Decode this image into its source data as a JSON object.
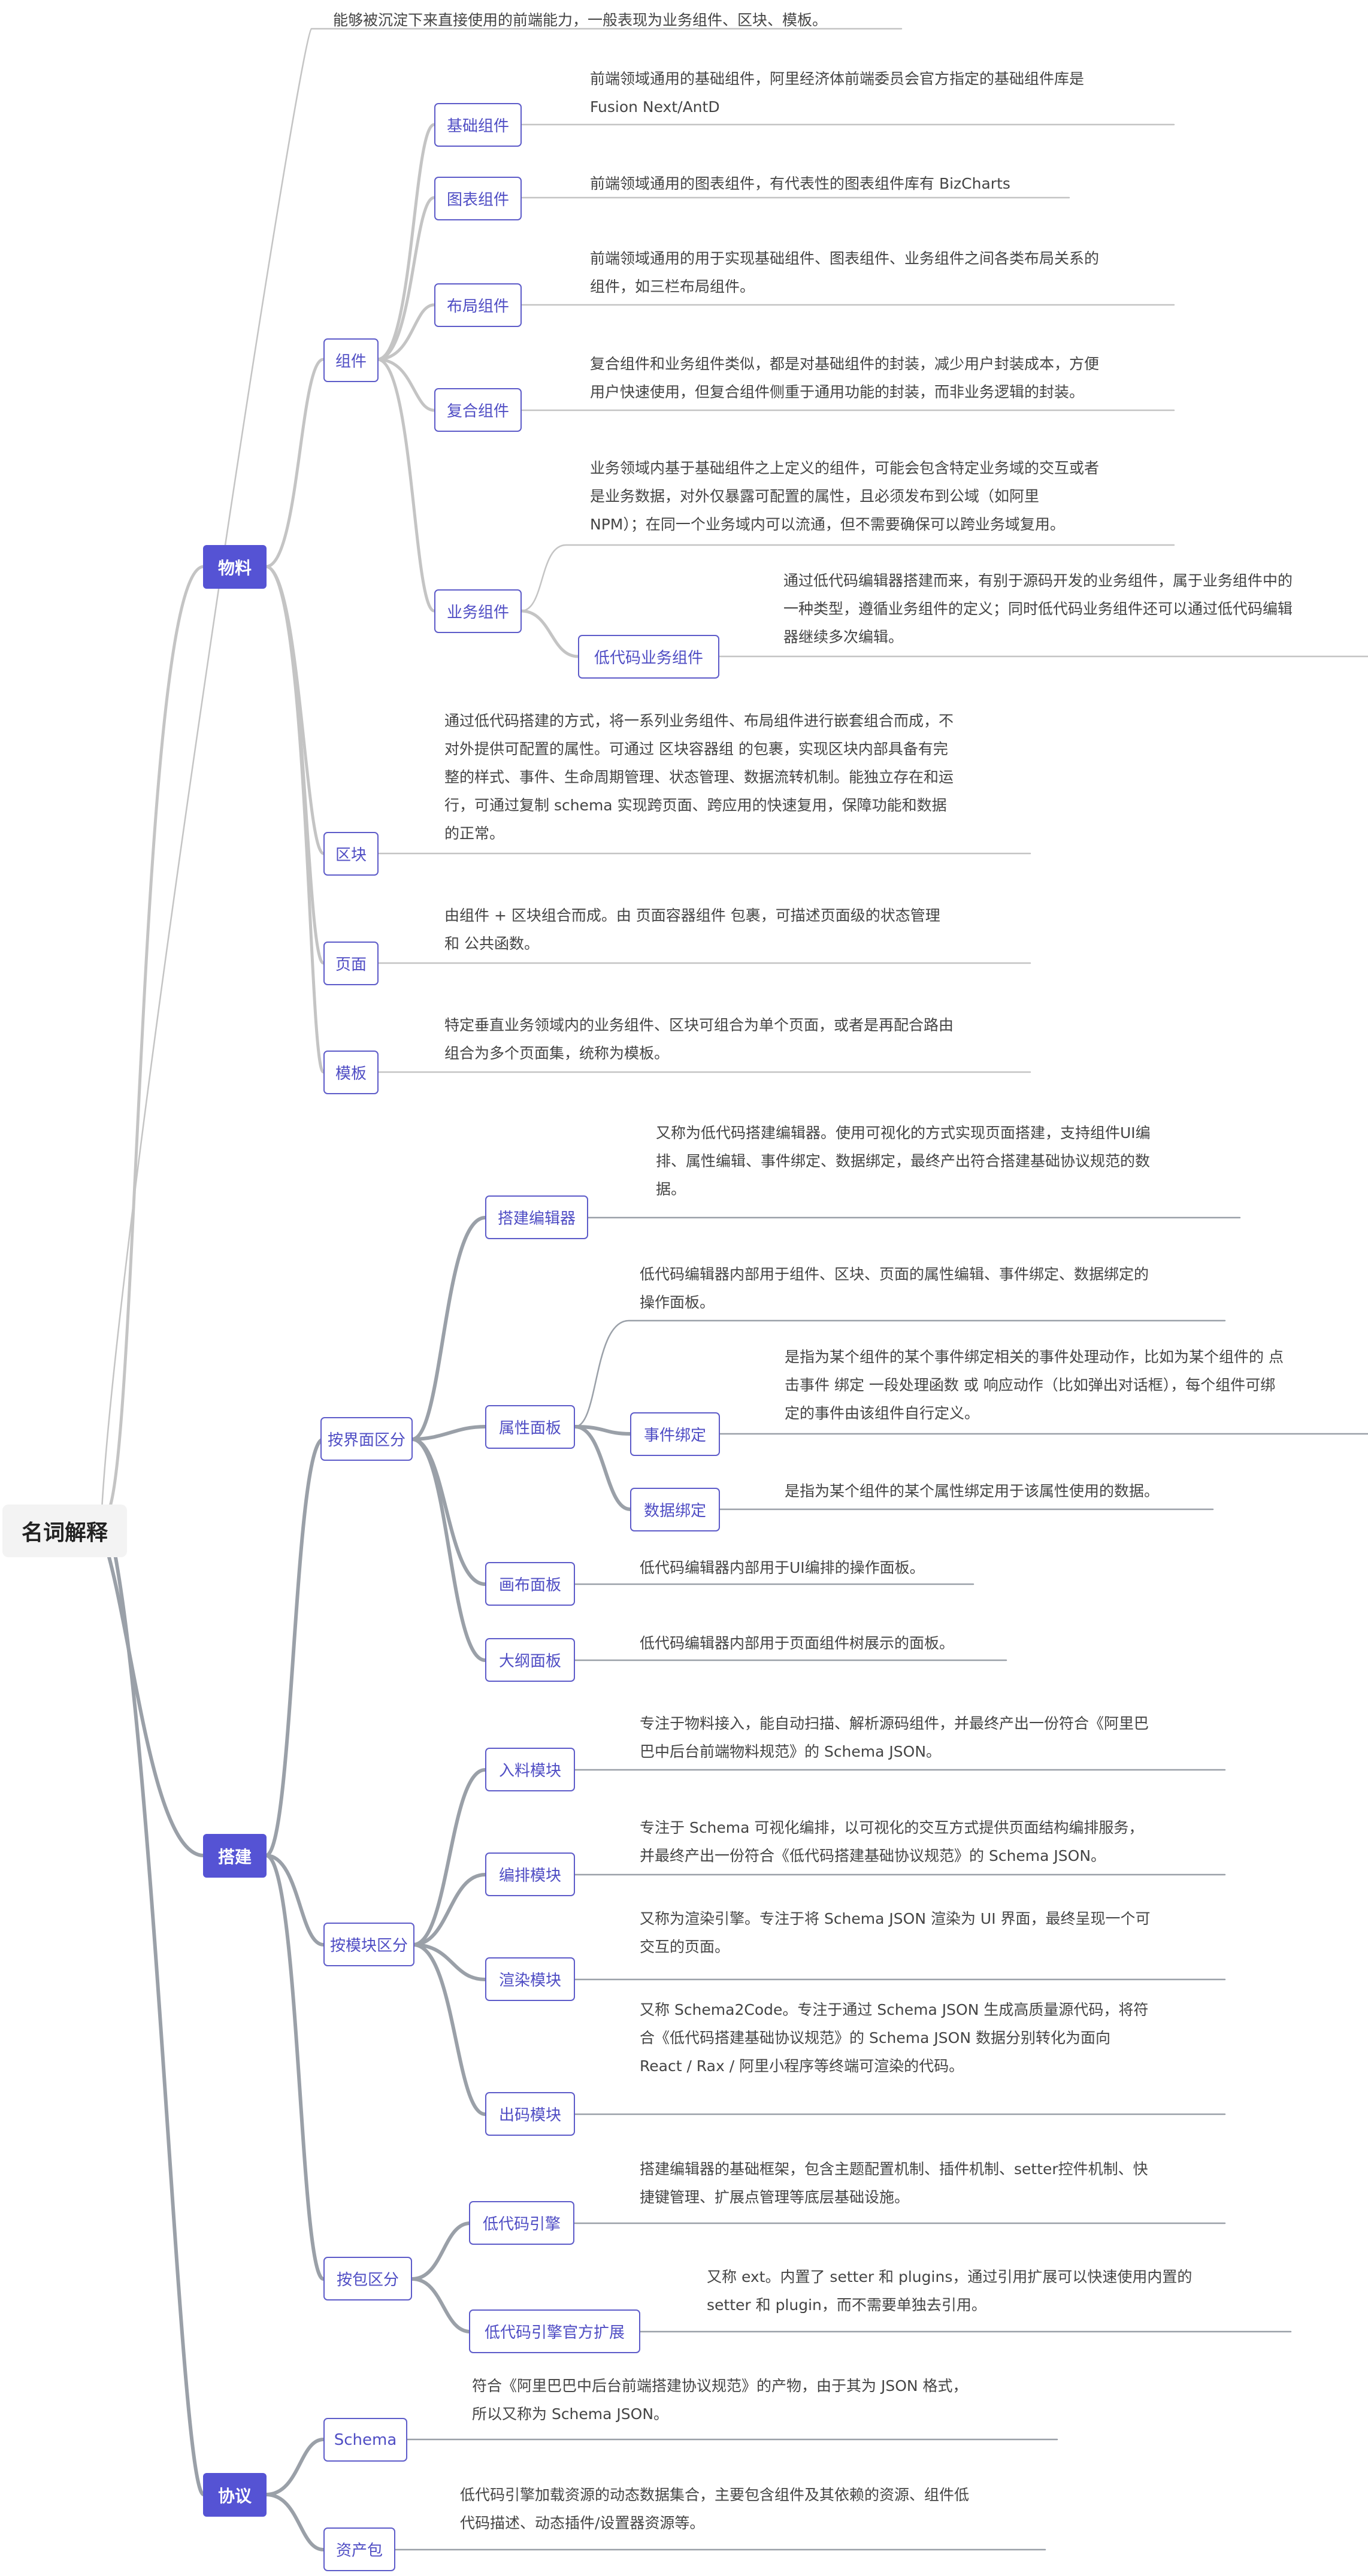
{
  "root": {
    "label": "名词解释"
  },
  "colors": {
    "accent": "#5553d4",
    "node_border": "#5d5bc9",
    "node_text": "#4f4dc4",
    "root_bg": "#f3f3f3",
    "link_light": "#c2c2c2",
    "link_dark": "#9aa0a8",
    "desc_text": "#444444"
  },
  "materials": {
    "label": "物料",
    "desc": "能够被沉淀下来直接使用的前端能力，一般表现为业务组件、区块、模板。",
    "component": {
      "label": "组件",
      "children": [
        {
          "label": "基础组件",
          "desc": "前端领域通用的基础组件，阿里经济体前端委员会官方指定的基础组件库是\nFusion Next/AntD"
        },
        {
          "label": "图表组件",
          "desc": "前端领域通用的图表组件，有代表性的图表组件库有 BizCharts"
        },
        {
          "label": "布局组件",
          "desc": "前端领域通用的用于实现基础组件、图表组件、业务组件之间各类布局关系的\n组件，如三栏布局组件。"
        },
        {
          "label": "复合组件",
          "desc": "复合组件和业务组件类似，都是对基础组件的封装，减少用户封装成本，方便\n用户快速使用，但复合组件侧重于通用功能的封装，而非业务逻辑的封装。"
        },
        {
          "label": "业务组件",
          "desc": "业务领域内基于基础组件之上定义的组件，可能会包含特定业务域的交互或者\n是业务数据，对外仅暴露可配置的属性，且必须发布到公域（如阿里\nNPM）；在同一个业务域内可以流通，但不需要确保可以跨业务域复用。",
          "child": {
            "label": "低代码业务组件",
            "desc": "通过低代码编辑器搭建而来，有别于源码开发的业务组件，属于业务组件中的\n一种类型，遵循业务组件的定义；同时低代码业务组件还可以通过低代码编辑\n器继续多次编辑。"
          }
        }
      ]
    },
    "block": {
      "label": "区块",
      "desc": "通过低代码搭建的方式，将一系列业务组件、布局组件进行嵌套组合而成，不\n对外提供可配置的属性。可通过 区块容器组 的包裹，实现区块内部具备有完\n整的样式、事件、生命周期管理、状态管理、数据流转机制。能独立存在和运\n行，可通过复制 schema 实现跨页面、跨应用的快速复用，保障功能和数据\n的正常。"
    },
    "page": {
      "label": "页面",
      "desc": "由组件 + 区块组合而成。由 页面容器组件 包裹，可描述页面级的状态管理\n和 公共函数。"
    },
    "template": {
      "label": "模板",
      "desc": "特定垂直业务领域内的业务组件、区块可组合为单个页面，或者是再配合路由\n组合为多个页面集，统称为模板。"
    }
  },
  "build": {
    "label": "搭建",
    "by_ui": {
      "label": "按界面区分",
      "editor": {
        "label": "搭建编辑器",
        "desc": "又称为低代码搭建编辑器。使用可视化的方式实现页面搭建，支持组件UI编\n排、属性编辑、事件绑定、数据绑定，最终产出符合搭建基础协议规范的数\n据。"
      },
      "props_panel": {
        "label": "属性面板",
        "desc": "低代码编辑器内部用于组件、区块、页面的属性编辑、事件绑定、数据绑定的\n操作面板。",
        "event": {
          "label": "事件绑定",
          "desc": "是指为某个组件的某个事件绑定相关的事件处理动作，比如为某个组件的 点\n击事件 绑定 一段处理函数 或 响应动作（比如弹出对话框），每个组件可绑\n定的事件由该组件自行定义。"
        },
        "data": {
          "label": "数据绑定",
          "desc": "是指为某个组件的某个属性绑定用于该属性使用的数据。"
        }
      },
      "canvas": {
        "label": "画布面板",
        "desc": "低代码编辑器内部用于UI编排的操作面板。"
      },
      "outline": {
        "label": "大纲面板",
        "desc": "低代码编辑器内部用于页面组件树展示的面板。"
      }
    },
    "by_module": {
      "label": "按模块区分",
      "ingest": {
        "label": "入料模块",
        "desc": "专注于物料接入，能自动扫描、解析源码组件，并最终产出一份符合《阿里巴\n巴中后台前端物料规范》的 Schema JSON。"
      },
      "arrange": {
        "label": "编排模块",
        "desc": "专注于 Schema 可视化编排，以可视化的交互方式提供页面结构编排服务，\n并最终产出一份符合《低代码搭建基础协议规范》的 Schema JSON。"
      },
      "render": {
        "label": "渲染模块",
        "desc": "又称为渲染引擎。专注于将 Schema JSON 渲染为 UI 界面，最终呈现一个可\n交互的页面。"
      },
      "codegen": {
        "label": "出码模块",
        "desc": "又称 Schema2Code。专注于通过 Schema JSON 生成高质量源代码，将符\n合《低代码搭建基础协议规范》的 Schema JSON 数据分别转化为面向\nReact / Rax / 阿里小程序等终端可渲染的代码。"
      }
    },
    "by_package": {
      "label": "按包区分",
      "engine": {
        "label": "低代码引擎",
        "desc": "搭建编辑器的基础框架，包含主题配置机制、插件机制、setter控件机制、快\n捷键管理、扩展点管理等底层基础设施。"
      },
      "ext": {
        "label": "低代码引擎官方扩展",
        "desc": "又称 ext。内置了 setter 和 plugins，通过引用扩展可以快速使用内置的\nsetter 和 plugin，而不需要单独去引用。"
      }
    }
  },
  "protocol": {
    "label": "协议",
    "schema": {
      "label": "Schema",
      "desc": "符合《阿里巴巴中后台前端搭建协议规范》的产物，由于其为 JSON 格式，\n所以又称为 Schema JSON。"
    },
    "assets": {
      "label": "资产包",
      "desc": "低代码引擎加载资源的动态数据集合，主要包含组件及其依赖的资源、组件低\n代码描述、动态插件/设置器资源等。"
    }
  }
}
